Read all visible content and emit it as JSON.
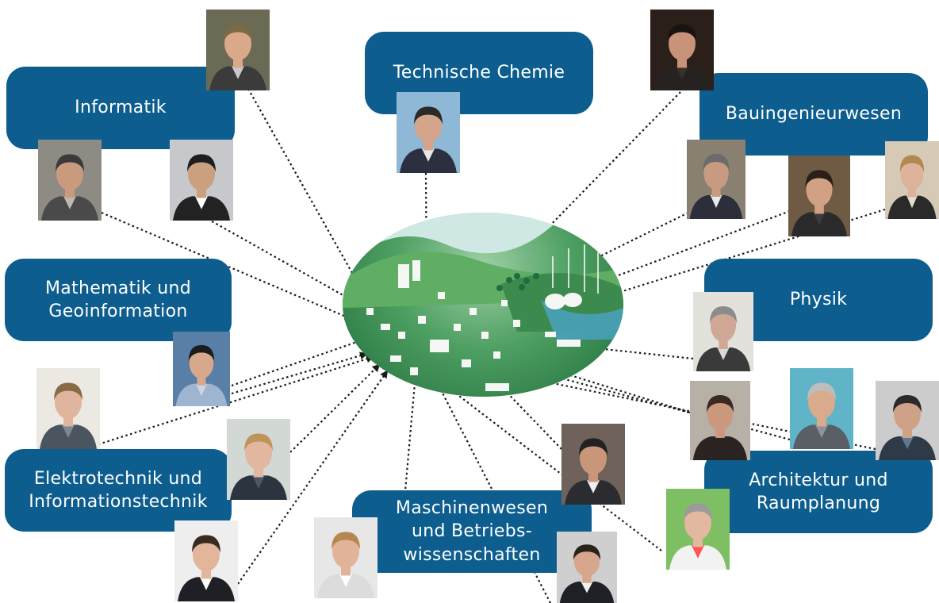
{
  "departments": {
    "informatik": "Informatik",
    "technische_chemie": "Technische Chemie",
    "bauingenieurwesen": "Bauingenieurwesen",
    "mathematik": "Mathematik und\nGeoinformation",
    "physik": "Physik",
    "elektrotechnik": "Elektrotechnik und\nInformationstechnik",
    "maschinenwesen": "Maschinenwesen\nund Betriebs-\nwissenschaften",
    "architektur": "Architektur und\nRaumplanung"
  },
  "colors": {
    "box_fill": "#0d5e8f",
    "box_text": "#ffffff",
    "connector": "#1a1a1a",
    "hub_green": "#2e8a4a"
  },
  "hub": {
    "depiction": "green landscape with city buildings and wind turbines"
  },
  "photos": [
    {
      "name": "portrait-informatik-1",
      "bg": "#6b6a55",
      "skin": "#d9a98a",
      "hair": "#7a6a45",
      "suit": "#3b3b3b",
      "shirt": "#c8c8c8"
    },
    {
      "name": "portrait-informatik-2",
      "bg": "#8e8a84",
      "skin": "#c99a7e",
      "hair": "#3a3a3a",
      "suit": "#4a4a4a",
      "shirt": "#bcb9b3"
    },
    {
      "name": "portrait-informatik-3",
      "bg": "#c7c8cc",
      "skin": "#caa07e",
      "hair": "#1e1e1e",
      "suit": "#222222",
      "shirt": "#ffffff"
    },
    {
      "name": "portrait-chemie-1",
      "bg": "#8fb7d6",
      "skin": "#d4a58a",
      "hair": "#2a2a2a",
      "suit": "#2b2f40",
      "shirt": "#e8e8e8"
    },
    {
      "name": "portrait-bau-1",
      "bg": "#2b1f1a",
      "skin": "#c89378",
      "hair": "#1a1410",
      "suit": "#262220",
      "shirt": "#3a302a"
    },
    {
      "name": "portrait-bau-2",
      "bg": "#8a8071",
      "skin": "#c89a80",
      "hair": "#6b6b6b",
      "suit": "#2c2f3a",
      "shirt": "#e9e9e9"
    },
    {
      "name": "portrait-bau-3",
      "bg": "#6f5a43",
      "skin": "#d0a183",
      "hair": "#2a2018",
      "suit": "#2a2a2a",
      "shirt": "#3b3b3b"
    },
    {
      "name": "portrait-bau-4",
      "bg": "#d6c9b6",
      "skin": "#ddb29a",
      "hair": "#b08850",
      "suit": "#2a2a2a",
      "shirt": "#e4ddd2"
    },
    {
      "name": "portrait-mathematik-1",
      "bg": "#5a7fa7",
      "skin": "#d7a88c",
      "hair": "#1c1c1c",
      "suit": "#9fb5cf",
      "shirt": "#c8d6e6"
    },
    {
      "name": "portrait-physik-1",
      "bg": "#e3e1dc",
      "skin": "#d0a996",
      "hair": "#8c8c8c",
      "suit": "#3a3a3a",
      "shirt": "#d8d8d8"
    },
    {
      "name": "portrait-elektro-1",
      "bg": "#ece8e2",
      "skin": "#e0b59d",
      "hair": "#8a6a45",
      "suit": "#4a5560",
      "shirt": "#7a8a94"
    },
    {
      "name": "portrait-elektro-2",
      "bg": "#d2d8d4",
      "skin": "#e2b79f",
      "hair": "#c09458",
      "suit": "#2c3440",
      "shirt": "#4a5766"
    },
    {
      "name": "portrait-elektro-3",
      "bg": "#eeeeee",
      "skin": "#e1b69a",
      "hair": "#3b2a1f",
      "suit": "#1f1f26",
      "shirt": "#ffffff"
    },
    {
      "name": "portrait-maschinen-1",
      "bg": "#6f625a",
      "skin": "#c9967a",
      "hair": "#222222",
      "suit": "#2a2c30",
      "shirt": "#efefef"
    },
    {
      "name": "portrait-maschinen-2",
      "bg": "#e7e7e7",
      "skin": "#e1b49a",
      "hair": "#b6874e",
      "suit": "#dcdcdc",
      "shirt": "#ffffff"
    },
    {
      "name": "portrait-maschinen-3",
      "bg": "#cfcfcf",
      "skin": "#d6a78c",
      "hair": "#2a221c",
      "suit": "#1f2126",
      "shirt": "#f2f2f2"
    },
    {
      "name": "portrait-architektur-1",
      "bg": "#b7b0a6",
      "skin": "#c9987d",
      "hair": "#3b2a20",
      "suit": "#2a2322",
      "shirt": "#2a2322"
    },
    {
      "name": "portrait-architektur-2",
      "bg": "#5fb4c7",
      "skin": "#d9aa8c",
      "hair": "#bdbdbd",
      "suit": "#5a5f66",
      "shirt": "#8c939a"
    },
    {
      "name": "portrait-architektur-3",
      "bg": "#cccccc",
      "skin": "#cfa287",
      "hair": "#2a2a2a",
      "suit": "#2e3a48",
      "shirt": "#5f7790"
    },
    {
      "name": "portrait-architektur-4",
      "bg": "#7fbf63",
      "skin": "#e4b8a0",
      "hair": "#9b9b9b",
      "suit": "#f2f2f2",
      "shirt": "#ff5555"
    }
  ]
}
